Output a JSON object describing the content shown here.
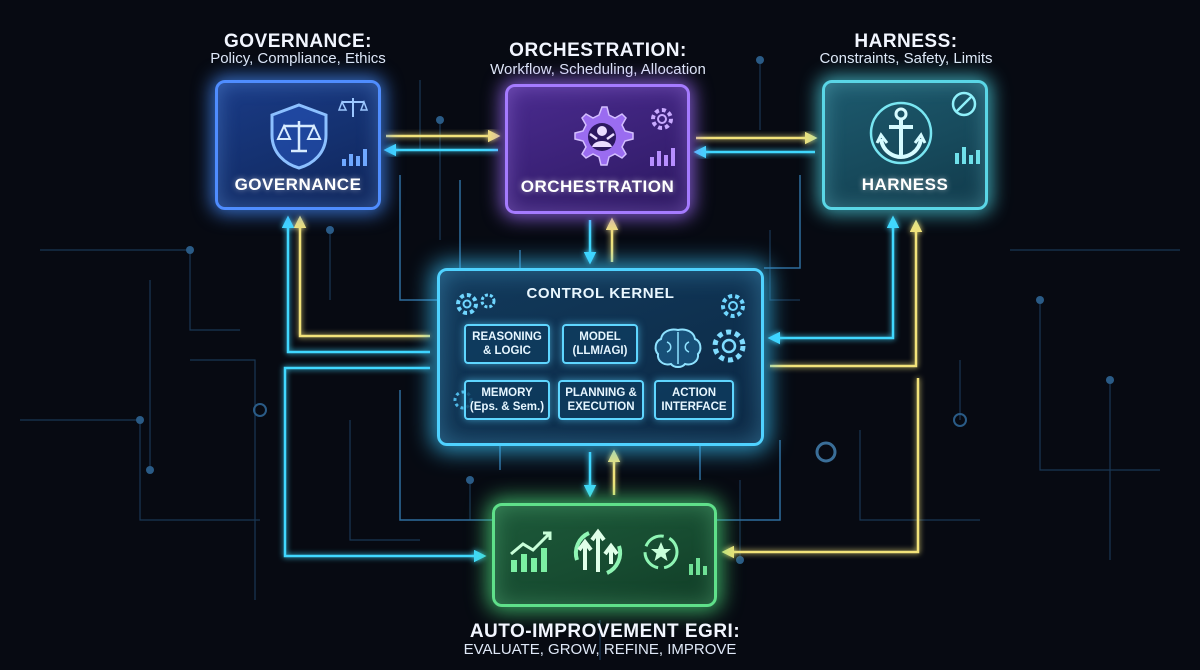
{
  "governance": {
    "title": "GOVERNANCE:",
    "subtitle": "Policy, Compliance, Ethics",
    "panel_label": "GOVERNANCE",
    "color": "#4f8dff"
  },
  "orchestration": {
    "title": "ORCHESTRATION:",
    "subtitle": "Workflow, Scheduling, Allocation",
    "panel_label": "ORCHESTRATION",
    "color": "#a57bff"
  },
  "harness": {
    "title": "HARNESS:",
    "subtitle": "Constraints, Safety, Limits",
    "panel_label": "HARNESS",
    "color": "#5ad6e6"
  },
  "kernel": {
    "title": "CONTROL KERNEL",
    "color": "#4fd2ff",
    "modules": [
      {
        "id": "reasoning",
        "label": "REASONING\n& LOGIC"
      },
      {
        "id": "model",
        "label": "MODEL\n(LLM/AGI)"
      },
      {
        "id": "memory",
        "label": "MEMORY\n(Eps. & Sem.)"
      },
      {
        "id": "planning",
        "label": "PLANNING &\nEXECUTION"
      },
      {
        "id": "action",
        "label": "ACTION\nINTERFACE"
      }
    ]
  },
  "auto_improvement": {
    "title": "AUTO-IMPROVEMENT EGRI:",
    "subtitle": "EVALUATE, GROW, REFINE, IMPROVE",
    "color": "#5fe08a"
  },
  "icons": {
    "governance": [
      "shield-scales-icon",
      "scales-icon",
      "bar-chart-icon"
    ],
    "orchestration": [
      "gear-person-icon",
      "gear-icon",
      "bar-chart-icon"
    ],
    "harness": [
      "anchor-icon",
      "gauge-icon",
      "bar-chart-icon"
    ],
    "kernel": [
      "gears-icon",
      "brain-icon",
      "gear-icon"
    ],
    "auto_improvement": [
      "growth-chart-icon",
      "cycle-arrows-icon",
      "star-cycle-icon"
    ]
  },
  "accent_colors": {
    "flow_cyan": "#3fd8ff",
    "flow_yellow": "#f2e27a",
    "background": "#070a12"
  }
}
